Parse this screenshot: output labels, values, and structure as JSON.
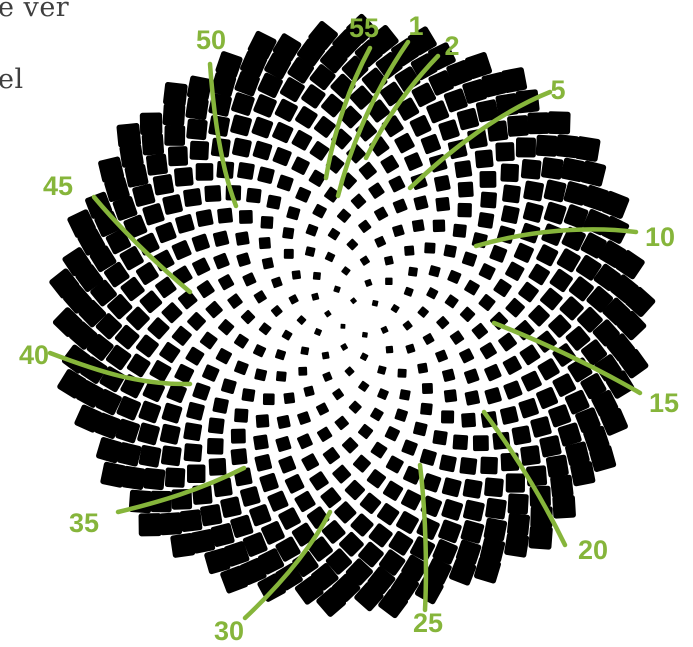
{
  "text_fragments": [
    "e ver",
    "el"
  ],
  "colors": {
    "seed": "#000000",
    "background": "#ffffff",
    "annotation": "#86b53b",
    "text": "#3f3f3f"
  },
  "spiral_labels": [
    "55",
    "1",
    "2",
    "5",
    "10",
    "15",
    "20",
    "25",
    "30",
    "35",
    "40",
    "45",
    "50"
  ]
}
